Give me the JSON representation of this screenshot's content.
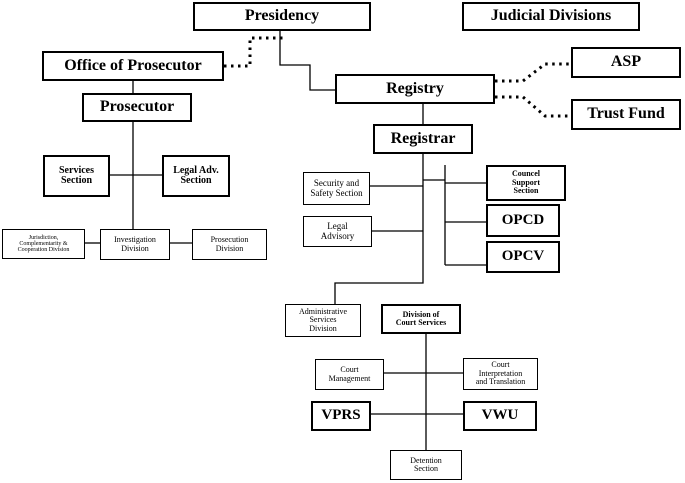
{
  "nodes": {
    "presidency": "Presidency",
    "judicial_divisions": "Judicial Divisions",
    "office_of_prosecutor": "Office of Prosecutor",
    "registry": "Registry",
    "asp": "ASP",
    "trust_fund": "Trust Fund",
    "prosecutor": "Prosecutor",
    "registrar": "Registrar",
    "services_section": "Services\nSection",
    "legal_adv_section": "Legal Adv.\nSection",
    "jurisdiction_division": "Jurisdiction,\nComplementarity &\nCooperation Division",
    "investigation_division": "Investigation\nDivision",
    "prosecution_division": "Prosecution\nDivision",
    "security_safety_section": "Security and\nSafety Section",
    "legal_advisory": "Legal\nAdvisory",
    "counsel_support_section": "Councel\nSupport\nSection",
    "opcd": "OPCD",
    "opcv": "OPCV",
    "administrative_services_division": "Administrative\nServices\nDivision",
    "division_of_court_services": "Division of\nCourt Services",
    "court_management": "Court\nManagement",
    "court_interpretation_translation": "Court\nInterpretation\nand Translation",
    "vprs": "VPRS",
    "vwu": "VWU",
    "detention_section": "Detention\nSection"
  }
}
